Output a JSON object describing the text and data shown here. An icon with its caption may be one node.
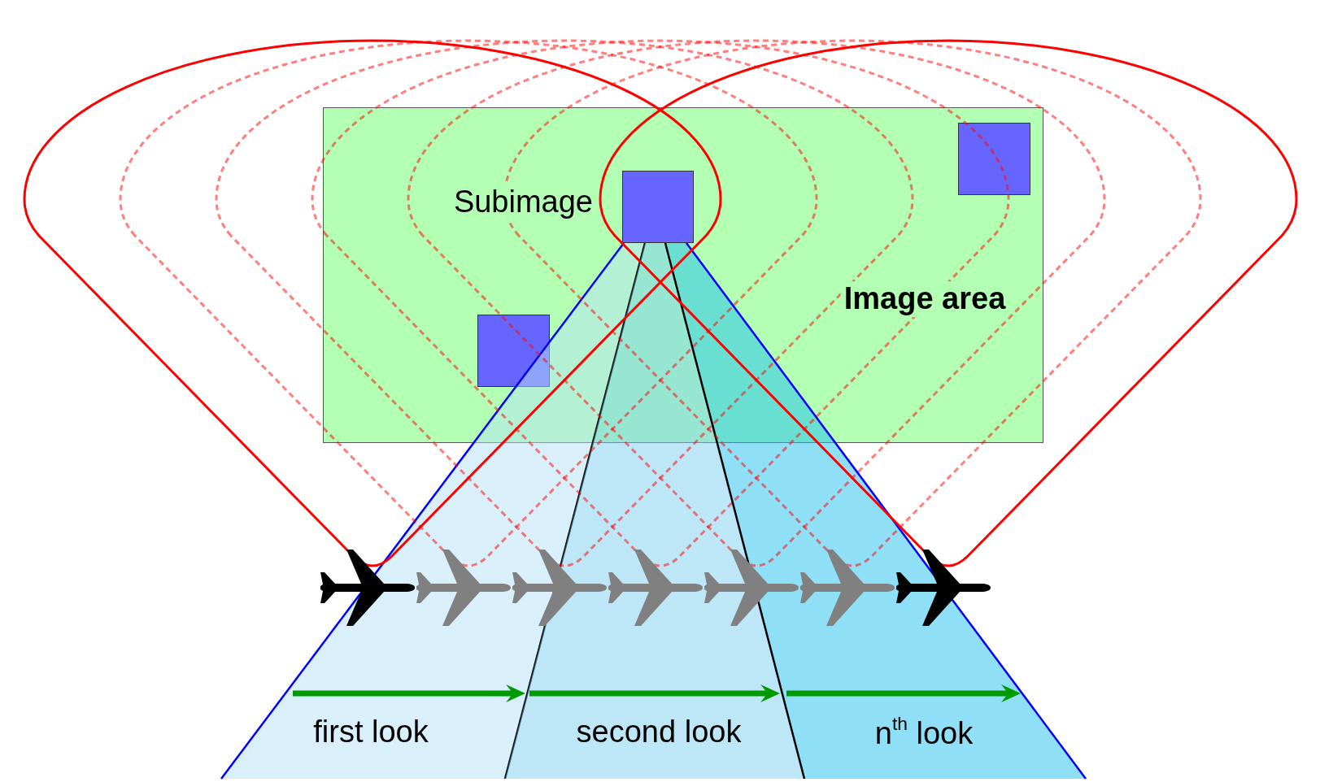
{
  "diagram": {
    "nodes": [
      {
        "text": [
          "Image area"
        ]
      },
      {
        "text": [],
        "shape": "box",
        "in": 0
      },
      {
        "text": [],
        "shape": "box",
        "in": 0,
        "beside": [
          "Subimage"
        ]
      },
      {
        "text": [],
        "shape": "box",
        "in": 0
      },
      {
        "text": [
          "first look"
        ]
      },
      {
        "text": [
          "second look"
        ]
      },
      {
        "text": [
          "n$^{th}$ look"
        ]
      }
    ]
  }
}
